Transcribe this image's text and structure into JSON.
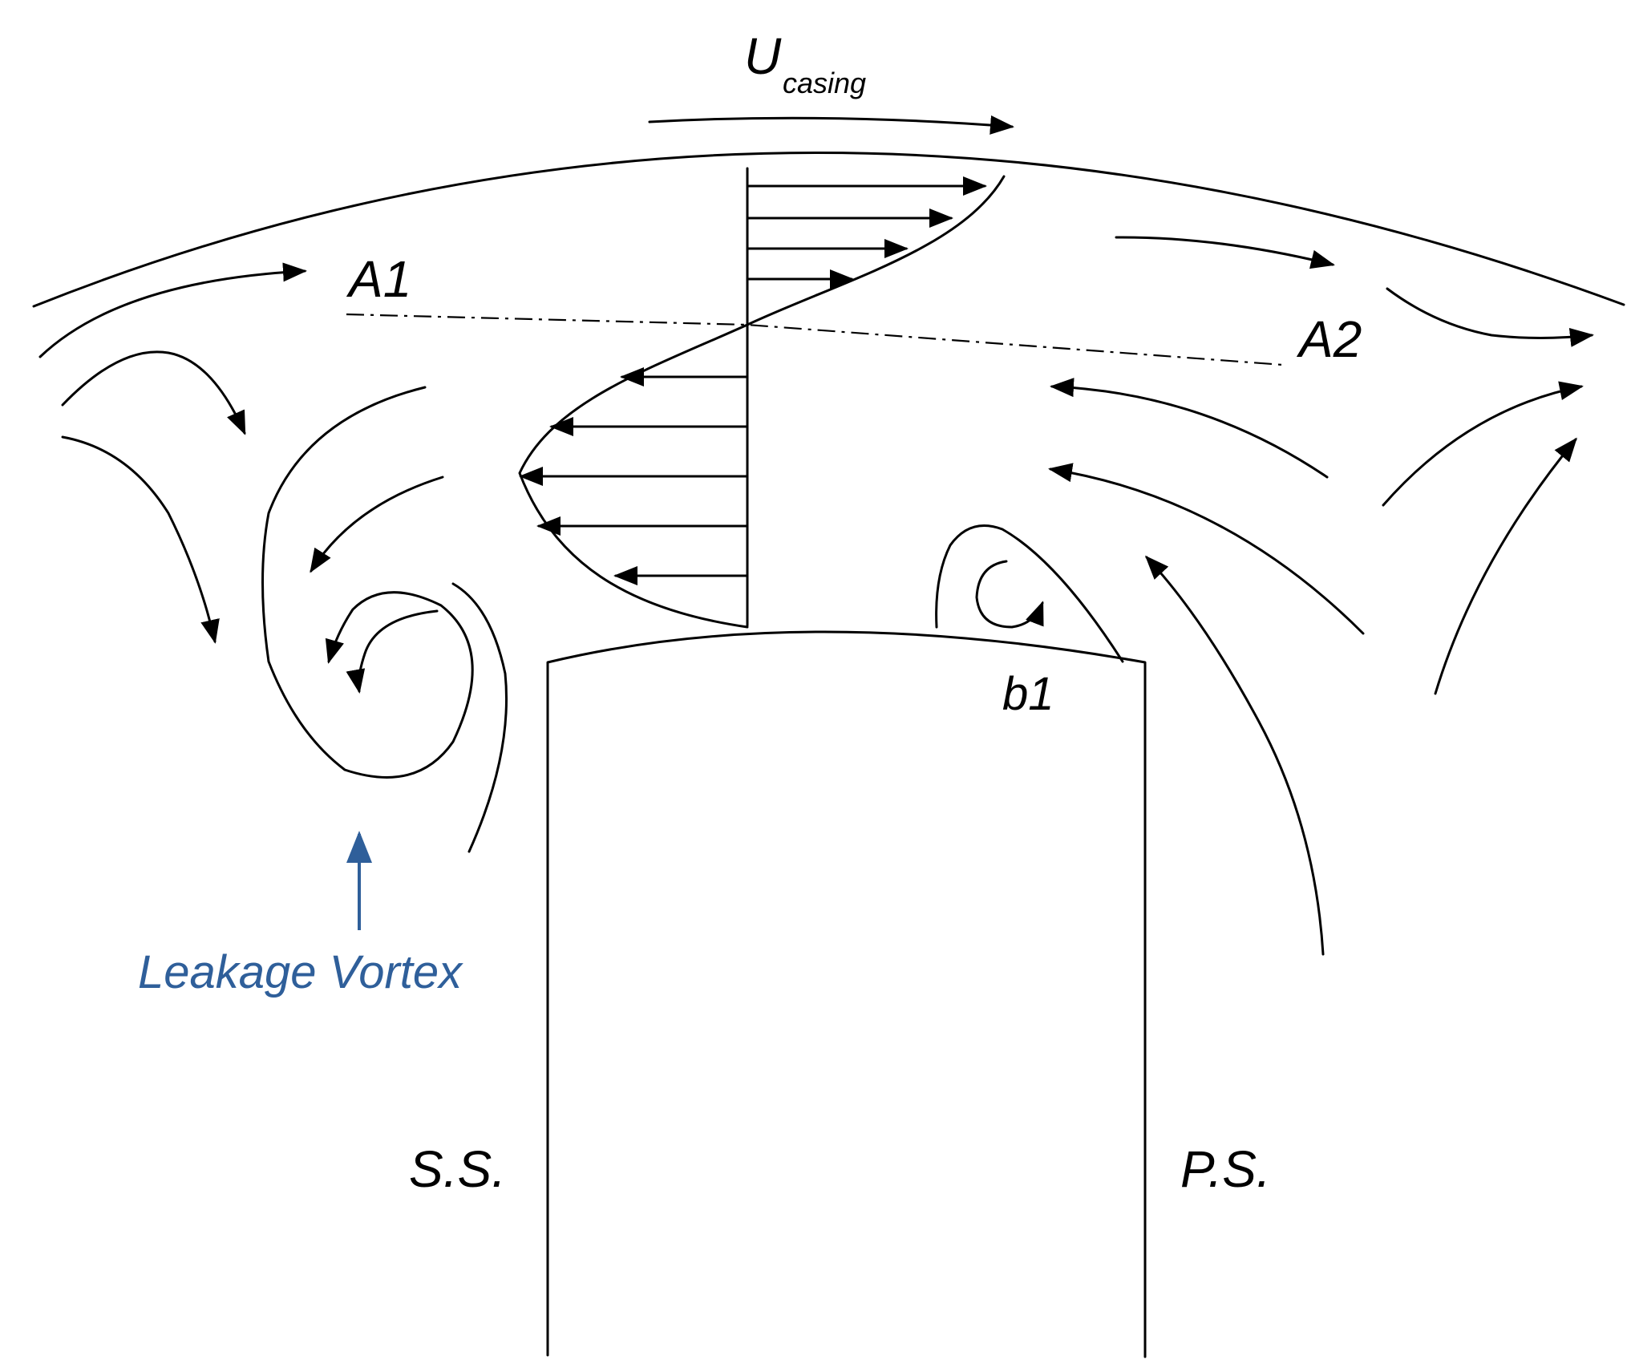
{
  "labels": {
    "casing_velocity_main": "U",
    "casing_velocity_sub": "casing",
    "region_a1": "A1",
    "region_a2": "A2",
    "corner_b1": "b1",
    "leakage_vortex": "Leakage Vortex",
    "suction_side": "S.S.",
    "pressure_side": "P.S."
  },
  "colors": {
    "ink": "#000000",
    "highlight": "#2f5f9a",
    "background": "#ffffff"
  },
  "line_styles": {
    "interface_line": "dash-dot"
  }
}
